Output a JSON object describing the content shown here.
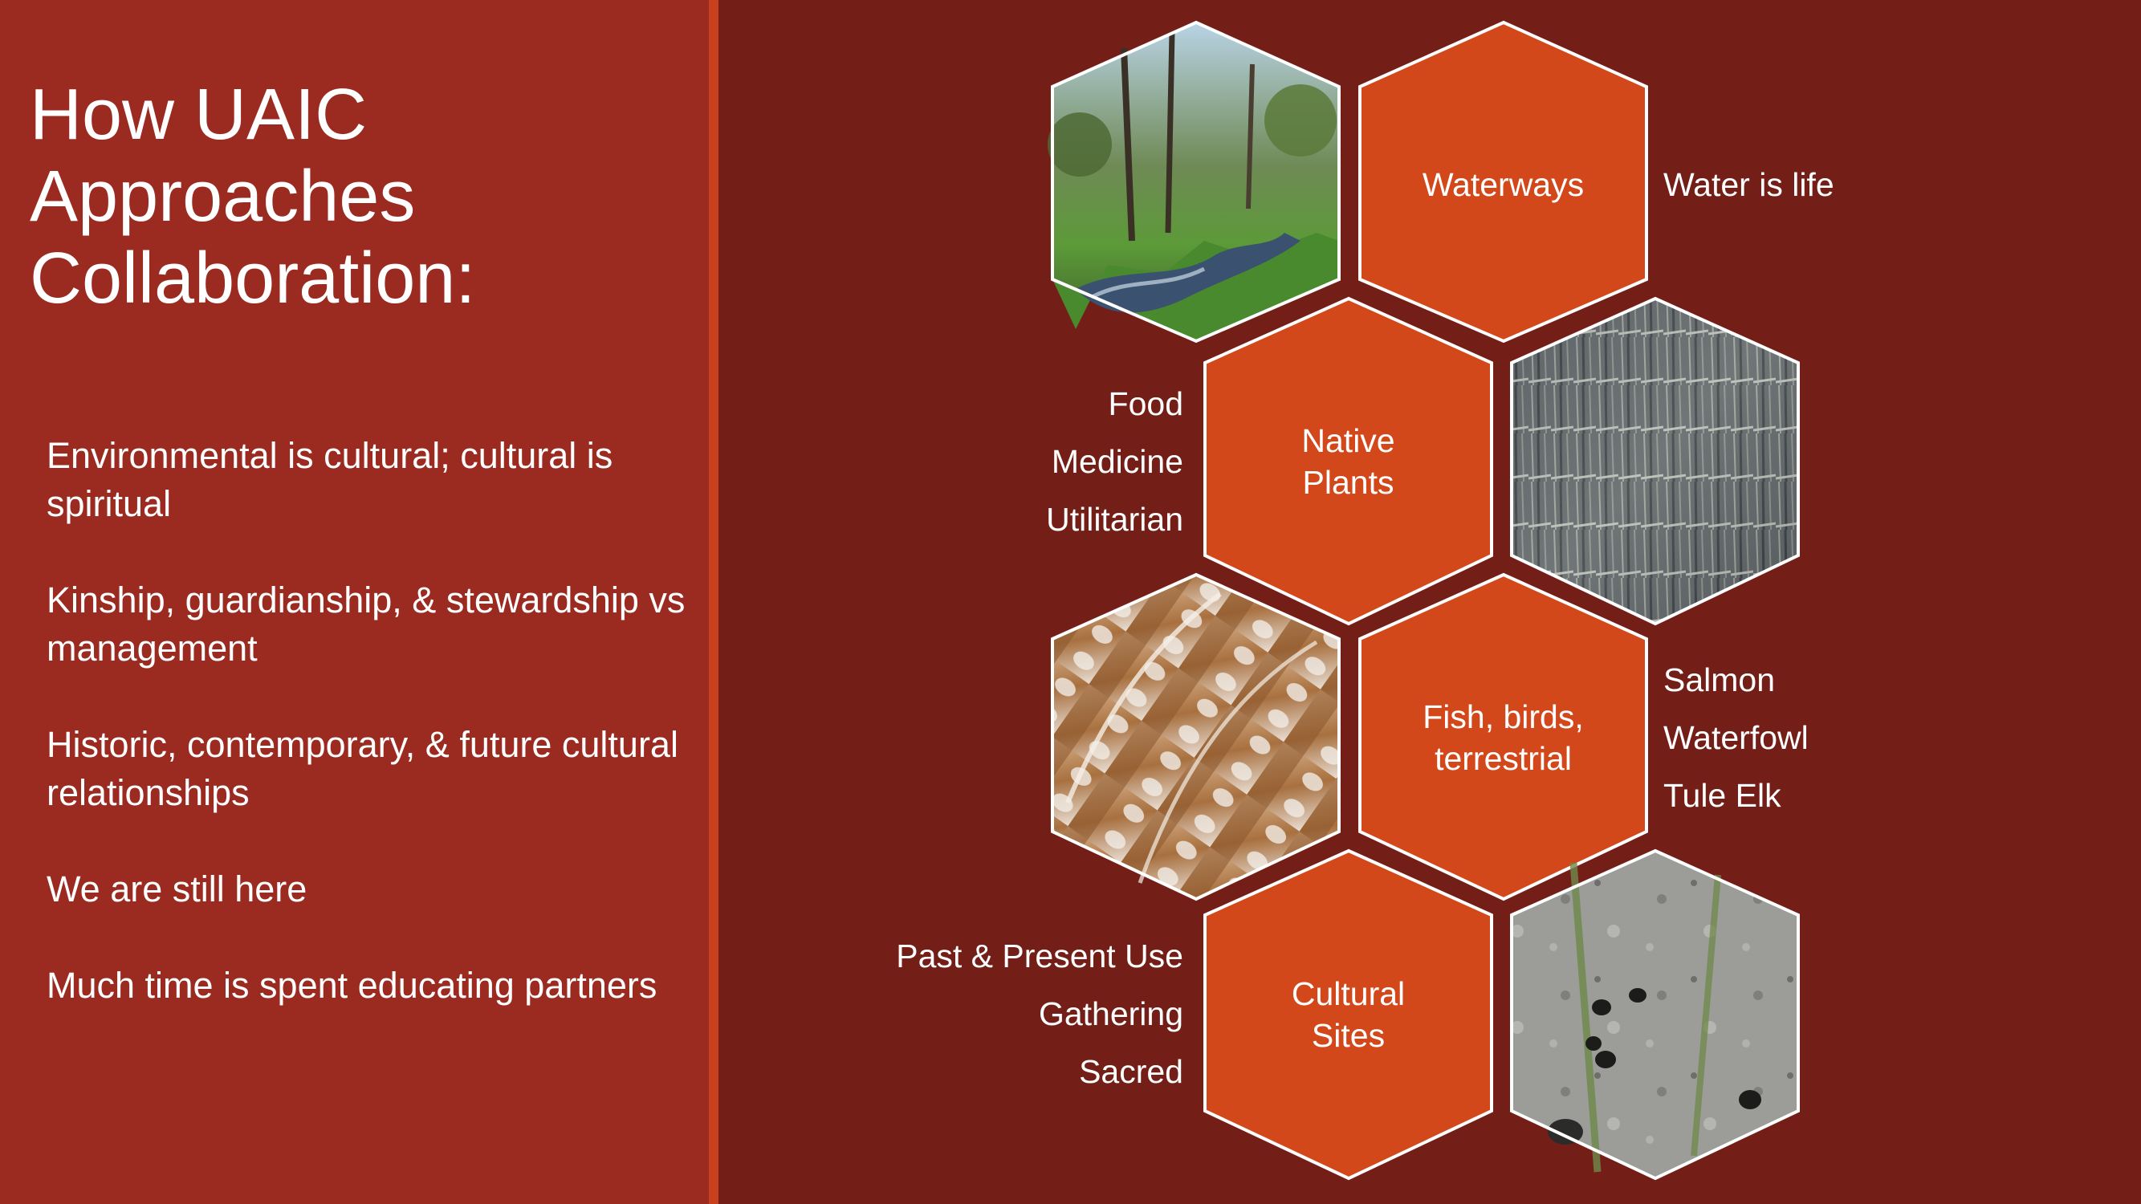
{
  "title": "How UAIC Approaches Collaboration:",
  "bullets": [
    "Environmental is cultural; cultural is spiritual",
    "Kinship, guardianship, & stewardship vs management",
    "Historic, contemporary, & future cultural relationships",
    "We are still here",
    "Much time is spent educating partners"
  ],
  "hexagons": {
    "waterways": {
      "label": "Waterways",
      "notes": [
        "Water is life"
      ]
    },
    "native_plants": {
      "label_line1": "Native",
      "label_line2": "Plants",
      "notes": [
        "Food",
        "Medicine",
        "Utilitarian"
      ]
    },
    "fish_birds": {
      "label_line1": "Fish, birds,",
      "label_line2": "terrestrial",
      "notes": [
        "Salmon",
        "Waterfowl",
        "Tule Elk"
      ]
    },
    "cultural_sites": {
      "label_line1": "Cultural",
      "label_line2": "Sites",
      "notes": [
        "Past & Present Use",
        "Gathering",
        "Sacred"
      ]
    }
  },
  "photos": [
    "creek-photo",
    "tule-bundles-photo",
    "feathers-photo",
    "grinding-rock-photo"
  ],
  "colors": {
    "left_panel": "#9b2b20",
    "right_panel": "#731f18",
    "accent_hex": "#d3481a",
    "hex_border": "#ffffff"
  }
}
